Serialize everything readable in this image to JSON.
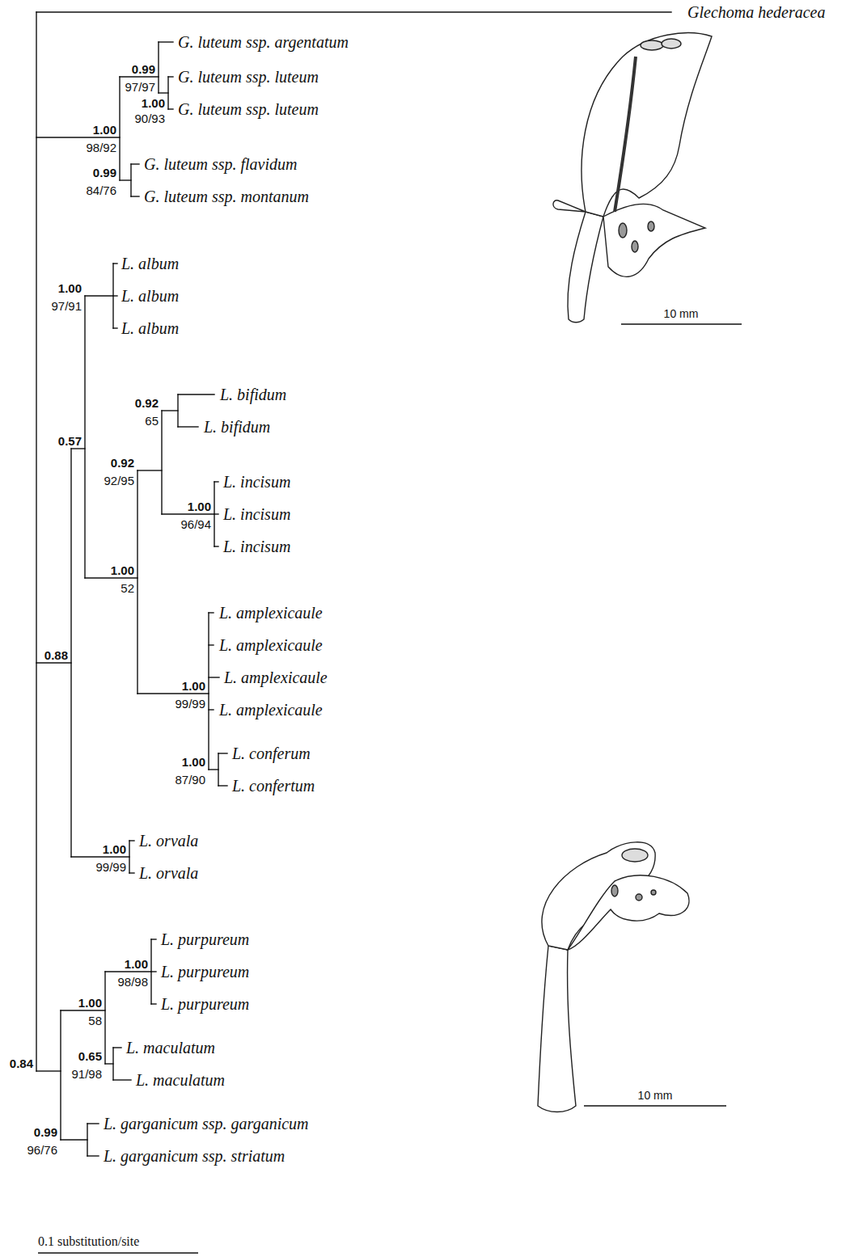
{
  "diagram": {
    "labels": [
      "Glechoma hederacea",
      "G. luteum ssp. argentatum",
      "0.99",
      "G. luteum ssp. luteum",
      "97/97",
      "1.00",
      "G. luteum ssp. luteum",
      "90/93",
      "1.00",
      "98/92",
      "G. luteum ssp. flavidum",
      "0.99",
      "84/76",
      "G. luteum ssp. montanum",
      "10 mm",
      "L. album",
      "1.00",
      "L. album",
      "97/91",
      "L. album",
      "L. bifidum",
      "0.92",
      "65",
      "L. bifidum",
      "0.57",
      "0.92",
      "92/95",
      "L. incisum",
      "1.00",
      "L. incisum",
      "96/94",
      "L. incisum",
      "1.00",
      "52",
      "L. amplexicaule",
      "L. amplexicaule",
      "0.88",
      "L. amplexicaule",
      "1.00",
      "99/99",
      "L. amplexicaule",
      "L. conferum",
      "1.00",
      "L. confertum",
      "87/90",
      "L. orvala",
      "1.00",
      "99/99",
      "L. orvala",
      "L. purpureum",
      "1.00",
      "L. purpureum",
      "98/98",
      "1.00",
      "L. purpureum",
      "58",
      "L. maculatum",
      "0.65",
      "0.84",
      "91/98",
      "L. maculatum",
      "10 mm",
      "L. garganicum ssp. garganicum",
      "0.99",
      "96/76",
      "L. garganicum ssp. striatum",
      "0.1 substitution/site"
    ]
  }
}
